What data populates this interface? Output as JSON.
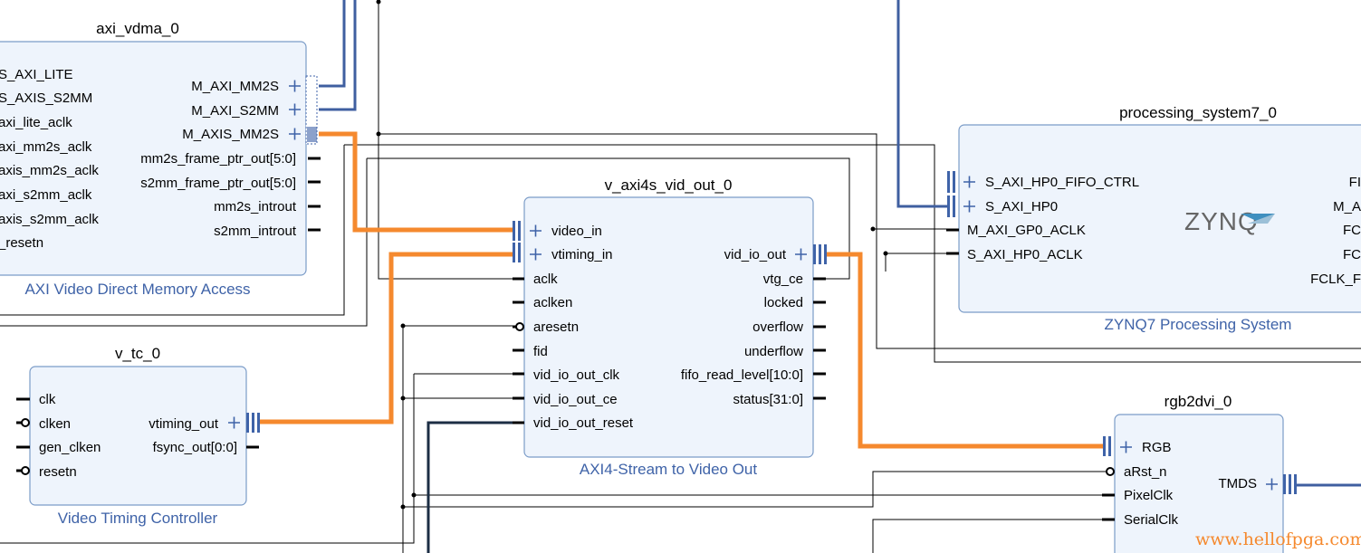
{
  "blocks": {
    "vdma": {
      "name": "axi_vdma_0",
      "subtitle": "AXI Video Direct Memory Access",
      "left_pins": [
        "S_AXI_LITE",
        "S_AXIS_S2MM",
        "axi_lite_aclk",
        "axi_mm2s_aclk",
        "axis_mm2s_aclk",
        "axi_s2mm_aclk",
        "axis_s2mm_aclk",
        "_resetn"
      ],
      "right_pins": [
        "M_AXI_MM2S",
        "M_AXI_S2MM",
        "M_AXIS_MM2S",
        "mm2s_frame_ptr_out[5:0]",
        "s2mm_frame_ptr_out[5:0]",
        "mm2s_introut",
        "s2mm_introut"
      ]
    },
    "vout": {
      "name": "v_axi4s_vid_out_0",
      "subtitle": "AXI4-Stream to Video Out",
      "left_pins": [
        "video_in",
        "vtiming_in",
        "aclk",
        "aclken",
        "aresetn",
        "fid",
        "vid_io_out_clk",
        "vid_io_out_ce",
        "vid_io_out_reset"
      ],
      "right_pins": [
        "vid_io_out",
        "vtg_ce",
        "locked",
        "overflow",
        "underflow",
        "fifo_read_level[10:0]",
        "status[31:0]"
      ]
    },
    "vtc": {
      "name": "v_tc_0",
      "subtitle": "Video Timing Controller",
      "left_pins": [
        "clk",
        "clken",
        "gen_clken",
        "resetn"
      ],
      "right_pins": [
        "vtiming_out",
        "fsync_out[0:0]"
      ]
    },
    "ps": {
      "name": "processing_system7_0",
      "subtitle": "ZYNQ7 Processing System",
      "logo": "ZYNQ",
      "left_pins": [
        "S_AXI_HP0_FIFO_CTRL",
        "S_AXI_HP0",
        "M_AXI_GP0_ACLK",
        "S_AXI_HP0_ACLK"
      ],
      "right_pins": [
        "FI",
        "M_A",
        "FC",
        "FC",
        "FCLK_F"
      ]
    },
    "rgb": {
      "name": "rgb2dvi_0",
      "left_pins": [
        "RGB",
        "aRst_n",
        "PixelClk",
        "SerialClk"
      ],
      "right_pins": [
        "TMDS"
      ]
    }
  },
  "watermark": "www.hellofpga.com",
  "colors": {
    "interface": "#3f5fa0",
    "video_stream": "#f5892e",
    "block_fill": "#eef4fc",
    "block_border": "#7b9cc8",
    "label": "#3f63a8"
  }
}
